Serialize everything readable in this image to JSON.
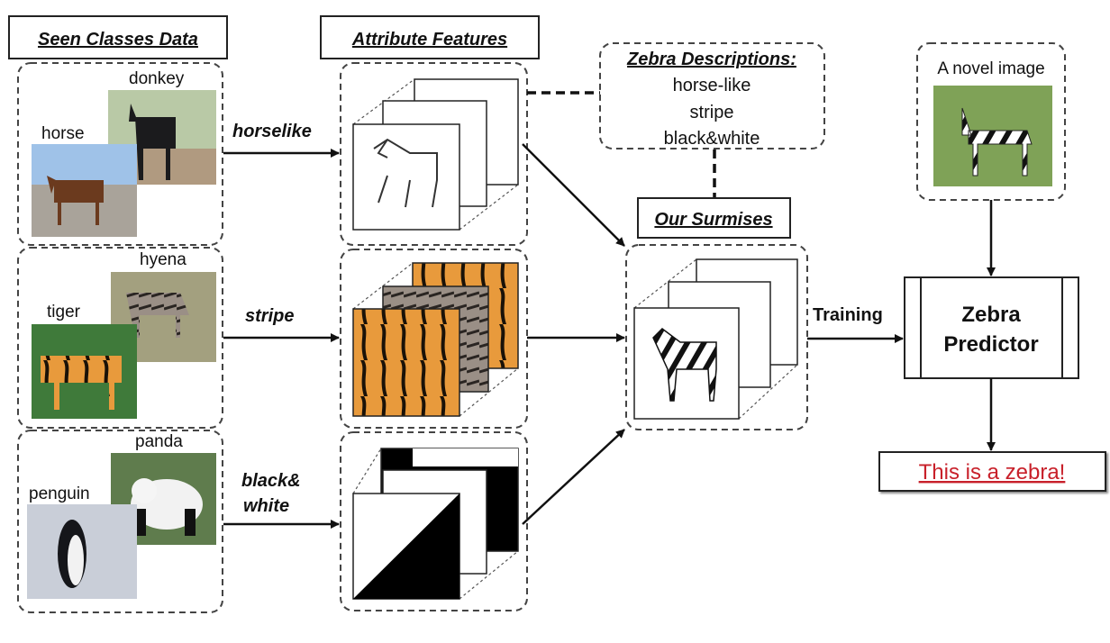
{
  "headers": {
    "seen_classes": "Seen Classes Data",
    "attribute_features": "Attribute Features",
    "zebra_descriptions": "Zebra Descriptions:",
    "our_surmises": "Our Surmises"
  },
  "seen_classes": [
    {
      "back_label": "donkey",
      "front_label": "horse",
      "attribute": "horselike"
    },
    {
      "back_label": "hyena",
      "front_label": "tiger",
      "attribute": "stripe"
    },
    {
      "back_label": "panda",
      "front_label": "penguin",
      "attribute_line1": "black&",
      "attribute_line2": "white"
    }
  ],
  "zebra_descriptions": [
    "horse-like",
    "stripe",
    "black&white"
  ],
  "novel_image_label": "A novel image",
  "training_label": "Training",
  "predictor": {
    "line1": "Zebra",
    "line2": "Predictor"
  },
  "result": {
    "text": "This is a zebra!",
    "color": "#c8202a"
  }
}
